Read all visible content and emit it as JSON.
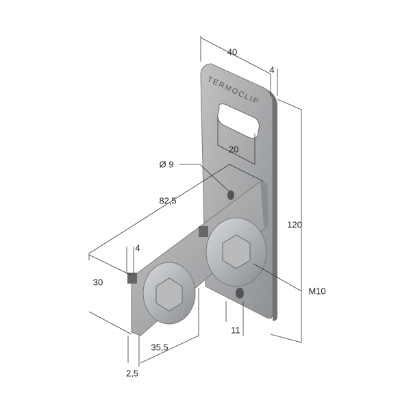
{
  "product": {
    "engraving": "TERMOCLIP"
  },
  "dimensions": {
    "width_top": "40",
    "thickness_top": "4",
    "slot_width": "20",
    "hole_diameter": "Ø 9",
    "arm_length": "82,5",
    "height": "120",
    "arm_thickness": "4",
    "arm_height": "30",
    "bolt": "M10",
    "slot_offset": "11",
    "arm_slot_length": "35,5",
    "edge_offset": "2,5"
  },
  "colors": {
    "metal": "#a9abad",
    "metal_dark": "#7d8083",
    "metal_light": "#d4d6d8",
    "dimension_line": "#333333"
  }
}
